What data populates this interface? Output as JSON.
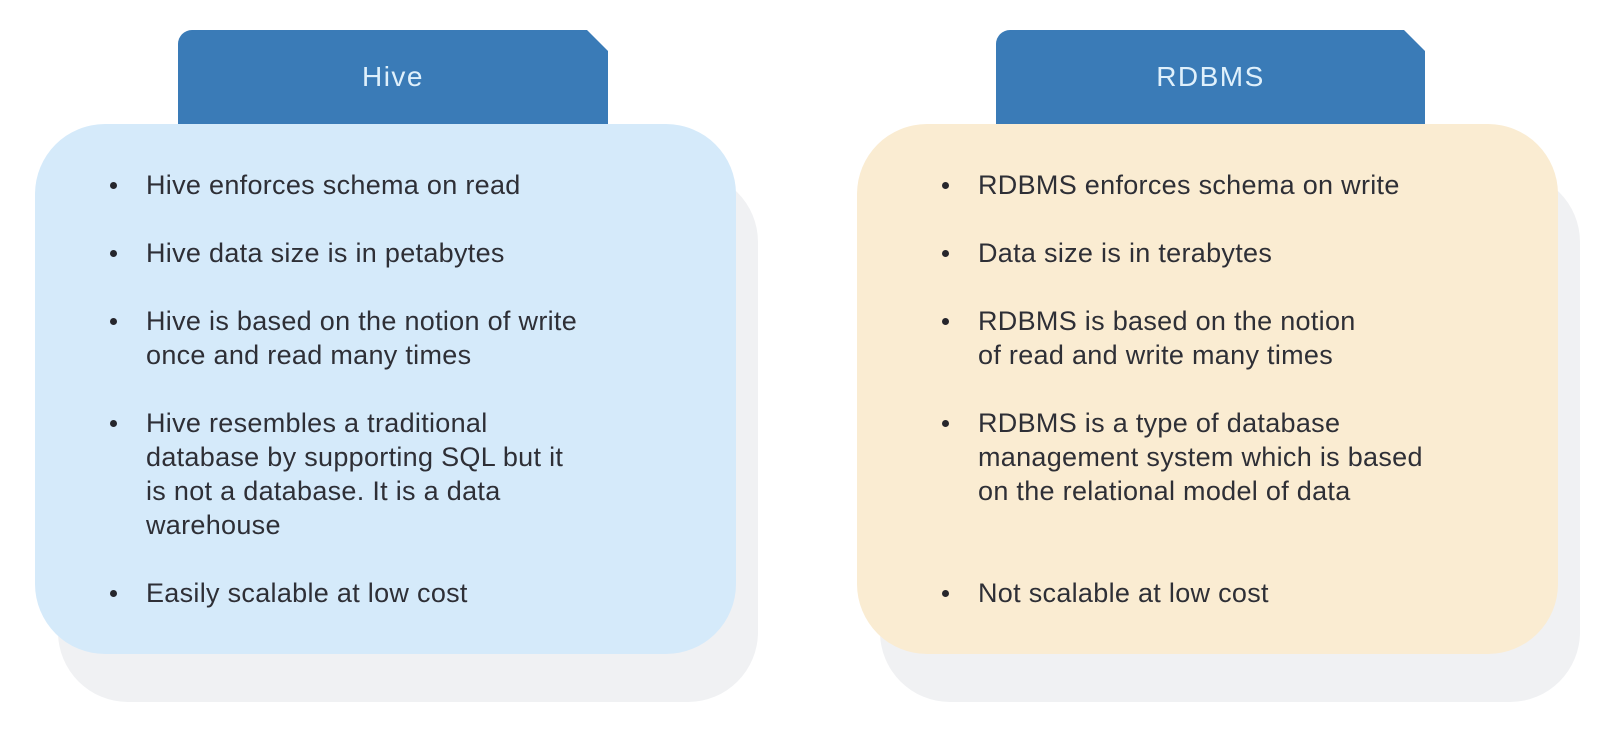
{
  "diagram": {
    "cards": [
      {
        "title": "Hive",
        "tab_color": "#3a7bb7",
        "body_color": "#d5eafa",
        "bullets": [
          "Hive enforces schema on read",
          "Hive data size is in petabytes",
          "Hive is based on the notion of write\nonce and read many times",
          "Hive resembles a traditional\ndatabase by supporting SQL but it\nis not a database. It is a data\nwarehouse",
          "Easily scalable at low cost"
        ]
      },
      {
        "title": "RDBMS",
        "tab_color": "#3a7bb7",
        "body_color": "#faecd2",
        "bullets": [
          "RDBMS enforces schema on write",
          "Data size is in terabytes",
          "RDBMS is based on the notion\nof read and write many times",
          "RDBMS is a type of database\nmanagement system which is based\non the relational model of data",
          "Not scalable at low cost"
        ]
      }
    ],
    "colors": {
      "tab_blue": "#3a7bb7",
      "tab_text": "#dff0fb",
      "hive_body": "#d5eafa",
      "rdbms_body": "#faecd2",
      "shadow": "#f0f1f3",
      "text": "#2e2f36",
      "background": "#ffffff"
    }
  }
}
